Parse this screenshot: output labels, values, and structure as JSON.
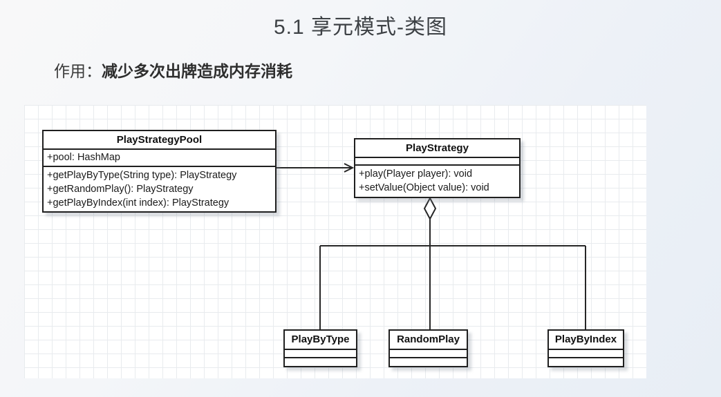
{
  "header": {
    "title": "5.1 享元模式-类图"
  },
  "purpose": {
    "label": "作用：",
    "text": "减少多次出牌造成内存消耗"
  },
  "diagram": {
    "classes": [
      {
        "name": "PlayStrategyPool",
        "attributes": [
          "+pool: HashMap"
        ],
        "methods": [
          "+getPlayByType(String type): PlayStrategy",
          "+getRandomPlay(): PlayStrategy",
          "+getPlayByIndex(int index): PlayStrategy"
        ]
      },
      {
        "name": "PlayStrategy",
        "attributes": [],
        "methods": [
          "+play(Player player): void",
          "+setValue(Object value): void"
        ]
      },
      {
        "name": "PlayByType",
        "attributes": [],
        "methods": []
      },
      {
        "name": "RandomPlay",
        "attributes": [],
        "methods": []
      },
      {
        "name": "PlayByIndex",
        "attributes": [],
        "methods": []
      }
    ],
    "relations": [
      {
        "type": "association",
        "from": "PlayStrategyPool",
        "to": "PlayStrategy",
        "marker": "open-arrow"
      },
      {
        "type": "generalization",
        "parent": "PlayStrategy",
        "children": [
          "PlayByType",
          "RandomPlay",
          "PlayByIndex"
        ],
        "marker": "hollow-diamond"
      }
    ],
    "colors": {
      "box_border": "#1f1f1f",
      "box_fill": "#ffffff",
      "canvas_bg": "#ffffff",
      "grid_line": "#e8ebee",
      "line_color": "#262626",
      "title_color": "#3d4145",
      "text_color": "#1a1a1a"
    }
  }
}
